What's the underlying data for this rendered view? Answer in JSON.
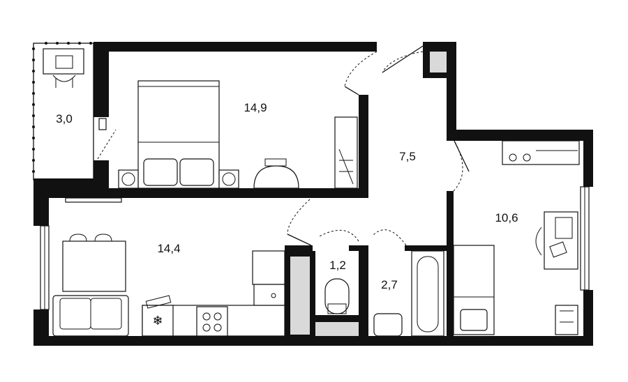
{
  "floorplan": {
    "rooms": [
      {
        "id": "balcony",
        "area": "3,0"
      },
      {
        "id": "bedroom",
        "area": "14,9"
      },
      {
        "id": "hallway",
        "area": "7,5"
      },
      {
        "id": "bedroom-2",
        "area": "10,6"
      },
      {
        "id": "kitchen-living",
        "area": "14,4"
      },
      {
        "id": "toilet",
        "area": "1,2"
      },
      {
        "id": "bathroom",
        "area": "2,7"
      }
    ],
    "colors": {
      "wall": "#111111",
      "shaft": "#d9d9d9",
      "background": "#ffffff"
    }
  }
}
